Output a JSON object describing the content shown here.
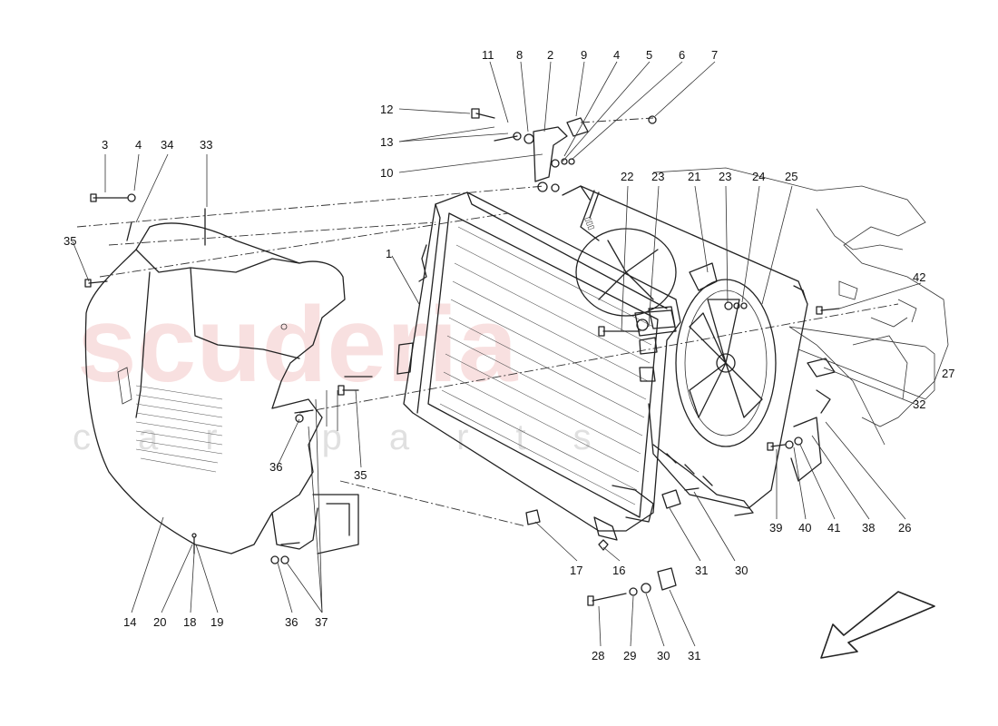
{
  "diagram": {
    "watermark": {
      "brand": "scuderia",
      "sub": "car parts"
    },
    "callouts": [
      {
        "id": "c11",
        "text": "11"
      },
      {
        "id": "c8a",
        "text": "8"
      },
      {
        "id": "c2",
        "text": "2"
      },
      {
        "id": "c9",
        "text": "9"
      },
      {
        "id": "c4a",
        "text": "4"
      },
      {
        "id": "c5",
        "text": "5"
      },
      {
        "id": "c6",
        "text": "6"
      },
      {
        "id": "c7",
        "text": "7"
      },
      {
        "id": "c12",
        "text": "12"
      },
      {
        "id": "c13",
        "text": "13"
      },
      {
        "id": "c10",
        "text": "10"
      },
      {
        "id": "c3",
        "text": "3"
      },
      {
        "id": "c4b",
        "text": "4"
      },
      {
        "id": "c34",
        "text": "34"
      },
      {
        "id": "c33",
        "text": "33"
      },
      {
        "id": "c35a",
        "text": "35"
      },
      {
        "id": "c1",
        "text": "1"
      },
      {
        "id": "c22",
        "text": "22"
      },
      {
        "id": "c23a",
        "text": "23"
      },
      {
        "id": "c21",
        "text": "21"
      },
      {
        "id": "c23b",
        "text": "23"
      },
      {
        "id": "c24",
        "text": "24"
      },
      {
        "id": "c25",
        "text": "25"
      },
      {
        "id": "c42",
        "text": "42"
      },
      {
        "id": "c27",
        "text": "27"
      },
      {
        "id": "c32",
        "text": "32"
      },
      {
        "id": "c35b",
        "text": "35"
      },
      {
        "id": "c36a",
        "text": "36"
      },
      {
        "id": "c26",
        "text": "26"
      },
      {
        "id": "c39",
        "text": "39"
      },
      {
        "id": "c40",
        "text": "40"
      },
      {
        "id": "c41",
        "text": "41"
      },
      {
        "id": "c38",
        "text": "38"
      },
      {
        "id": "c17",
        "text": "17"
      },
      {
        "id": "c16",
        "text": "16"
      },
      {
        "id": "c31a",
        "text": "31"
      },
      {
        "id": "c30a",
        "text": "30"
      },
      {
        "id": "c14",
        "text": "14"
      },
      {
        "id": "c20",
        "text": "20"
      },
      {
        "id": "c18",
        "text": "18"
      },
      {
        "id": "c19",
        "text": "19"
      },
      {
        "id": "c36b",
        "text": "36"
      },
      {
        "id": "c37",
        "text": "37"
      },
      {
        "id": "c28",
        "text": "28"
      },
      {
        "id": "c29",
        "text": "29"
      },
      {
        "id": "c30b",
        "text": "30"
      },
      {
        "id": "c31b",
        "text": "31"
      }
    ],
    "direction_arrow": "front-direction-arrow"
  }
}
